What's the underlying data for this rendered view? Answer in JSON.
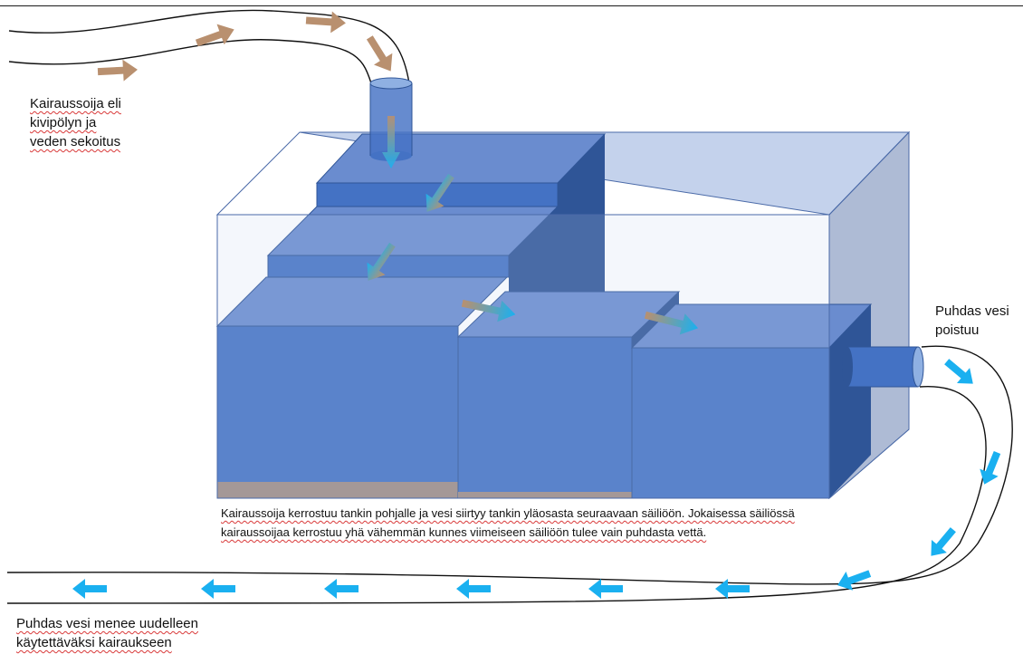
{
  "labels": {
    "inlet_text": [
      "Kairaussoija eli",
      "kivipölyn ja",
      "veden sekoitus"
    ],
    "outlet_text": [
      "Puhdas vesi",
      "poistuu"
    ],
    "caption_text": [
      "Kairaussoija kerrostuu tankin pohjalle ja vesi siirtyy tankin yläosasta seuraavaan säiliöön. Jokaisessa säiliössä",
      "kairaussoijaa kerrostuu yhä vähemmän kunnes viimeiseen säiliöön tulee vain puhdasta vettä."
    ],
    "return_text": [
      "Puhdas vesi menee uudelleen",
      "käytettäväksi kairaukseen"
    ]
  },
  "colors": {
    "tank_glass": "#c4d2ec",
    "tank_glass_side": "#aebbd5",
    "water_front": "#4472c4",
    "water_top": "#6a8ccf",
    "water_side": "#2f5597",
    "sediment": "#9e8c84",
    "dirty_arrow": "#b9906f",
    "clean_arrow": "#1ab0f0",
    "pipe_outline": "#111111"
  },
  "icons": {
    "dirty_flow": "arrow-right-icon",
    "clean_flow": "arrow-left-icon"
  }
}
